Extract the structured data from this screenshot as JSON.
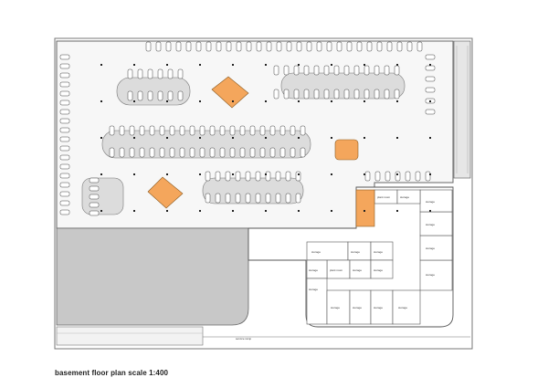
{
  "caption": "basement floor plan scale 1:400",
  "labels": {
    "service_ramp": "service ramp",
    "storage": "storage",
    "plant_room": "plant room"
  },
  "colors": {
    "core": "#f4a65c",
    "core_dark": "#d9823a",
    "paving": "#d9d9d9",
    "site_fill": "#c8c8c8",
    "line": "#555555"
  }
}
